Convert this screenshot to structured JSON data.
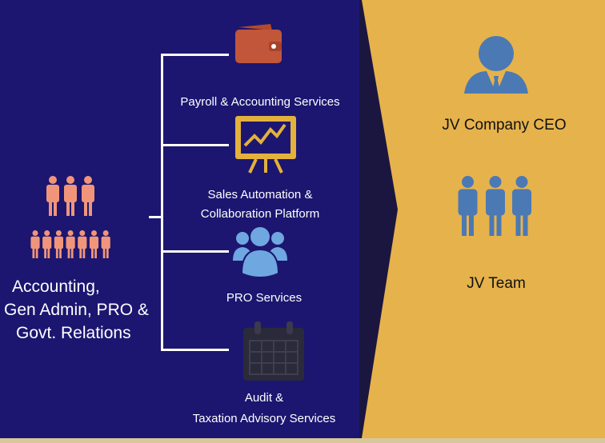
{
  "left": {
    "group_label_lines": [
      "Accounting,",
      "Gen Admin, PRO &",
      "Govt. Relations"
    ],
    "icon": "people-group-icon"
  },
  "services": [
    {
      "label_lines": [
        "Payroll & Accounting Services"
      ],
      "icon": "wallet-icon"
    },
    {
      "label_lines": [
        "Sales Automation &",
        "Collaboration Platform"
      ],
      "icon": "presentation-chart-icon"
    },
    {
      "label_lines": [
        "PRO Services"
      ],
      "icon": "users-icon"
    },
    {
      "label_lines": [
        "Audit &",
        "Taxation Advisory Services"
      ],
      "icon": "calendar-icon"
    }
  ],
  "right": {
    "ceo_label": "JV Company CEO",
    "team_label": "JV Team"
  },
  "colors": {
    "navy": "#1c1670",
    "gold": "#e6b24c",
    "salmon": "#f0957a",
    "steel": "#4b79b4"
  }
}
